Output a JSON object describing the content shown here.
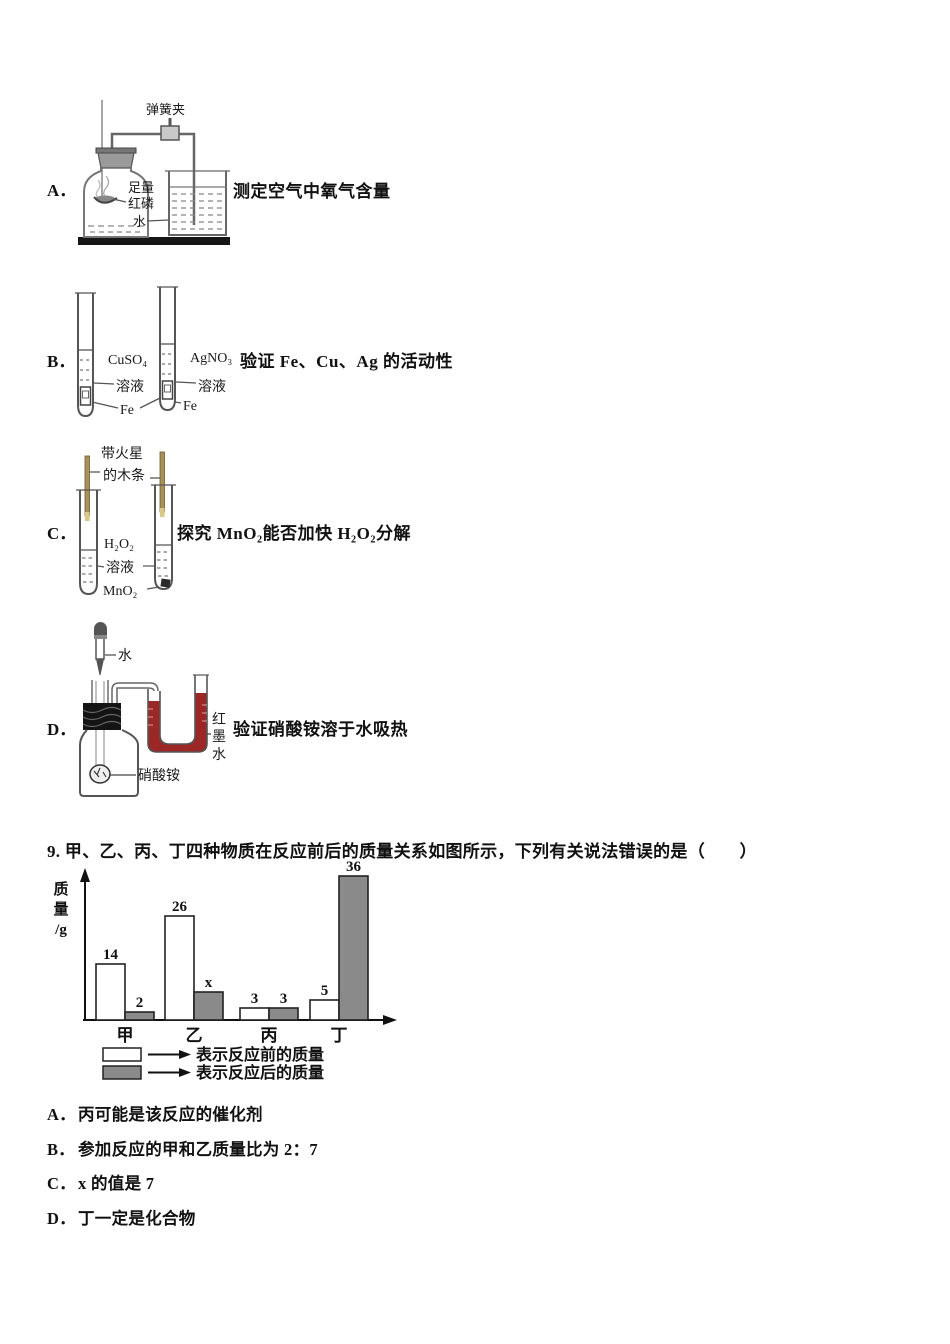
{
  "page": {
    "background": "#ffffff",
    "text_color": "#111111"
  },
  "apparatus_options": [
    {
      "letter": "A．",
      "caption": "测定空气中氧气含量",
      "labels": {
        "clamp": "弹簧夹",
        "reagent_line1": "足量",
        "reagent_line2": "红磷",
        "water": "水"
      }
    },
    {
      "letter": "B．",
      "caption": "验证 Fe、Cu、Ag 的活动性",
      "labels": {
        "left_solution_name": "CuSO₄",
        "left_solution": "溶液",
        "right_solution_name": "AgNO₃",
        "right_solution": "溶液",
        "left_metal": "Fe",
        "right_metal": "Fe"
      }
    },
    {
      "letter": "C．",
      "caption": "探究 MnO₂能否加快 H₂O₂分解",
      "labels": {
        "splint_line1": "带火星",
        "splint_line2": "的木条",
        "solution_name": "H₂O₂",
        "solution": "溶液",
        "catalyst": "MnO₂"
      }
    },
    {
      "letter": "D．",
      "caption": "验证硝酸铵溶于水吸热",
      "labels": {
        "dropper_content": "水",
        "salt": "硝酸铵",
        "ink_line1": "红",
        "ink_line2": "墨",
        "ink_line3": "水"
      }
    }
  ],
  "question9": {
    "number_text": "9. 甲、乙、丙、丁四种物质在反应前后的质量关系如图所示，下列有关说法错误的是（　　）",
    "choices": [
      {
        "letter": "A．",
        "text": "丙可能是该反应的催化剂"
      },
      {
        "letter": "B．",
        "text": "参加反应的甲和乙质量比为 2：7"
      },
      {
        "letter": "C．",
        "text": "x 的值是 7"
      },
      {
        "letter": "D．",
        "text": "丁一定是化合物"
      }
    ]
  },
  "chart_data": {
    "type": "bar",
    "title": "",
    "ylabel": "质量/g",
    "ylabel_lines": [
      "质",
      "量",
      "/g"
    ],
    "xlabel": "",
    "categories": [
      "甲",
      "乙",
      "丙",
      "丁"
    ],
    "series": [
      {
        "name": "表示反应前的质量",
        "values": [
          14,
          26,
          3,
          5
        ],
        "bar_labels": [
          "14",
          "26",
          "3",
          "5"
        ],
        "color": "#ffffff"
      },
      {
        "name": "表示反应后的质量",
        "values": [
          2,
          7,
          3,
          36
        ],
        "bar_labels": [
          "2",
          "x",
          "3",
          "36"
        ],
        "color": "#8a8a8a"
      }
    ],
    "ylim": [
      0,
      40
    ],
    "grid": false,
    "legend_position": "bottom-left",
    "axis_color": "#111111"
  }
}
